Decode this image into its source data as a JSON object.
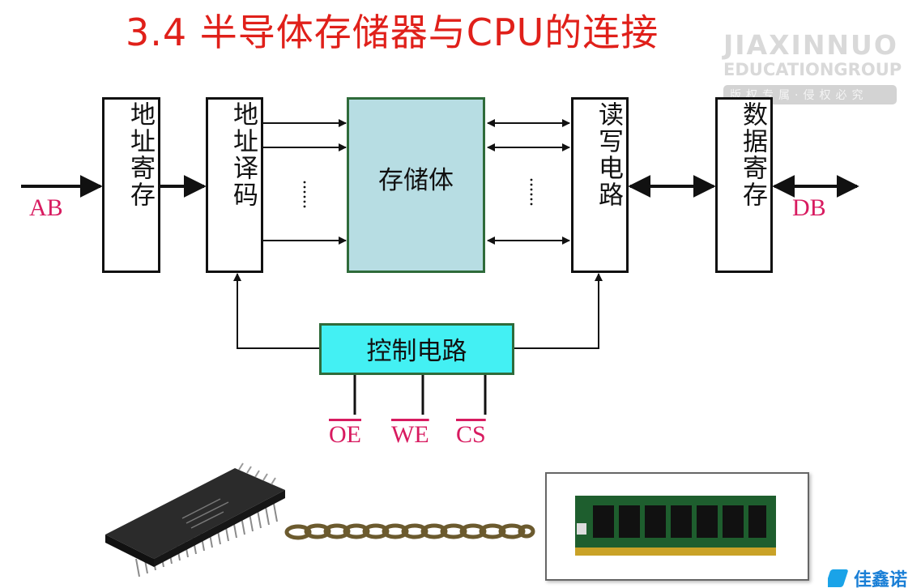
{
  "title": "3.4 半导体存储器与CPU的连接",
  "watermark": {
    "line1": "JIAXINNUO",
    "line2": "EDUCATIONGROUP",
    "line3": "版权专属·侵权必究"
  },
  "blocks": {
    "address_register": "地址寄存",
    "address_decoder": "地址译码",
    "storage": "存储体",
    "rw_circuit": "读写电路",
    "data_register": "数据寄存",
    "control_circuit": "控制电路"
  },
  "labels": {
    "ab": "AB",
    "db": "DB",
    "oe": "OE",
    "we": "WE",
    "cs": "CS"
  },
  "logo_text": "佳鑫诺",
  "colors": {
    "title": "#e0201a",
    "signal_label": "#d81b60",
    "storage_fill": "#b7dde3",
    "control_fill": "#43f0f3"
  }
}
